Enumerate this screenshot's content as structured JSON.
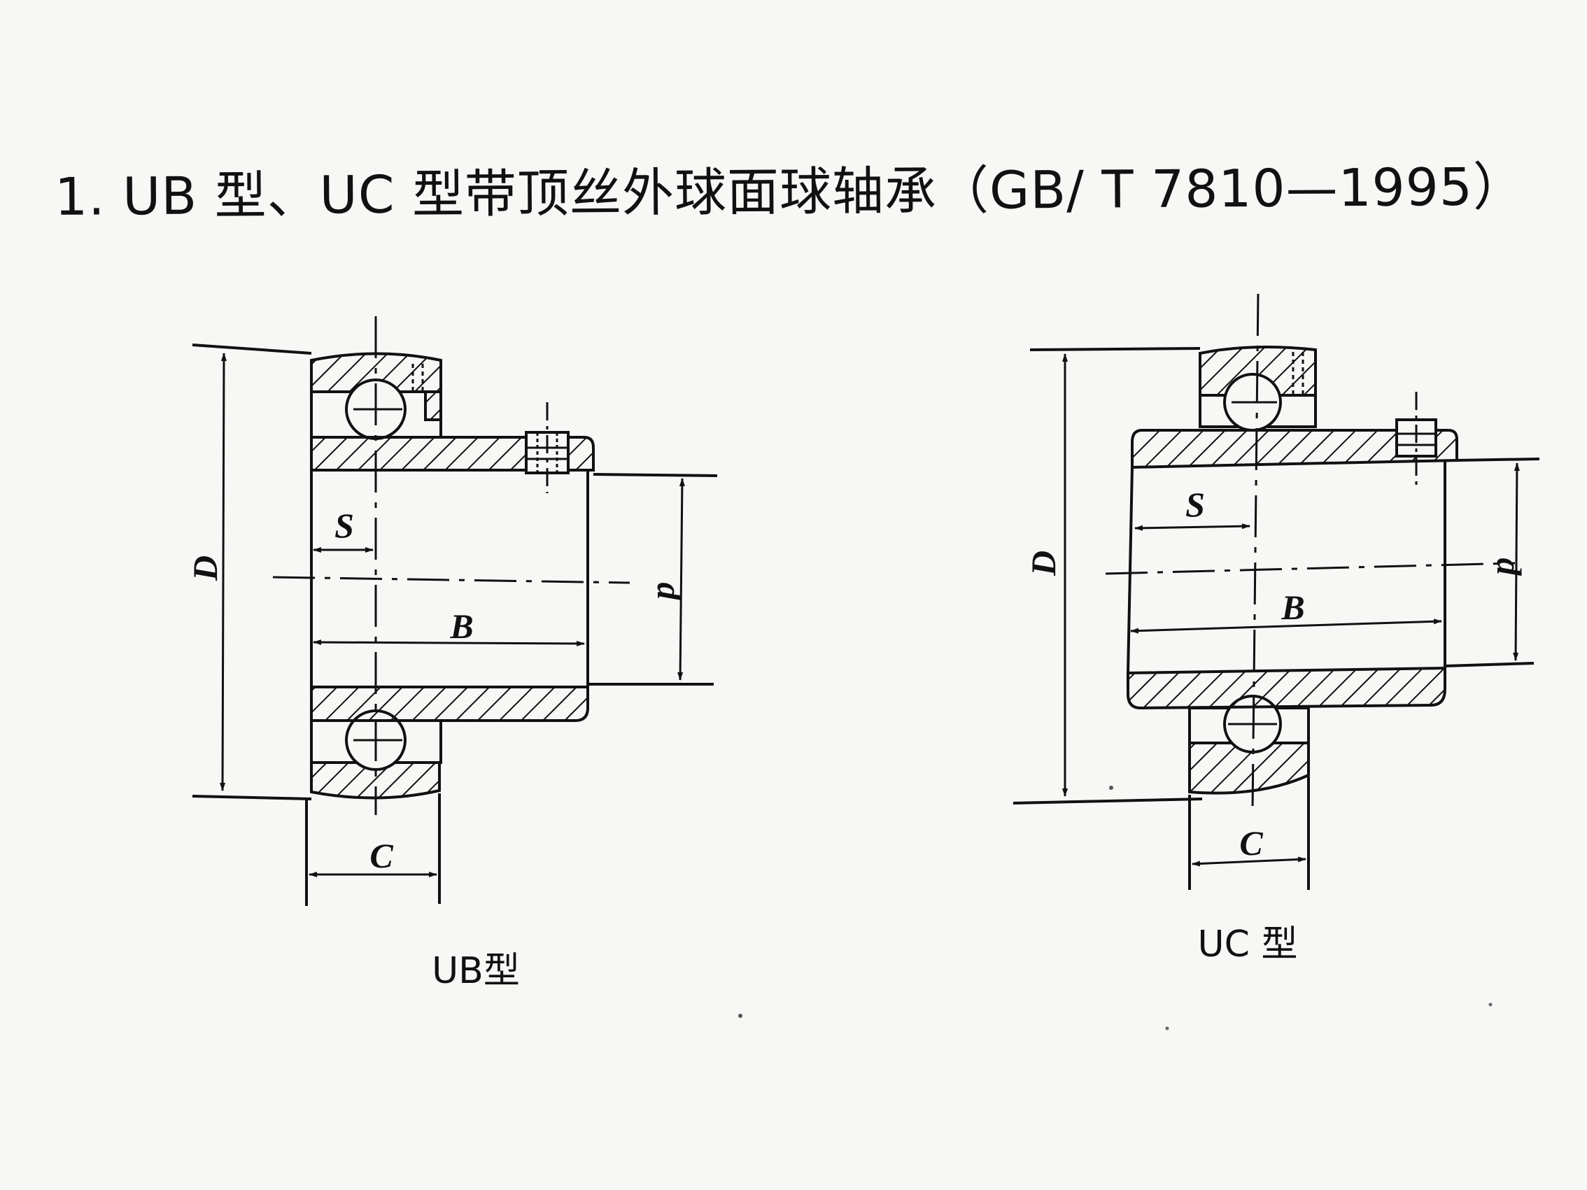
{
  "title": "1. UB 型、UC 型带顶丝外球面球轴承（GB/ T 7810—1995）",
  "diagrams": {
    "ub": {
      "caption": "UB型",
      "labels": {
        "D": "D",
        "S": "S",
        "B": "B",
        "d": "d",
        "C": "C"
      }
    },
    "uc": {
      "caption": "UC 型",
      "labels": {
        "D": "D",
        "S": "S",
        "B": "B",
        "d": "d",
        "C": "C"
      }
    }
  },
  "colors": {
    "line": "#111111",
    "paper": "#f7f7f5"
  }
}
